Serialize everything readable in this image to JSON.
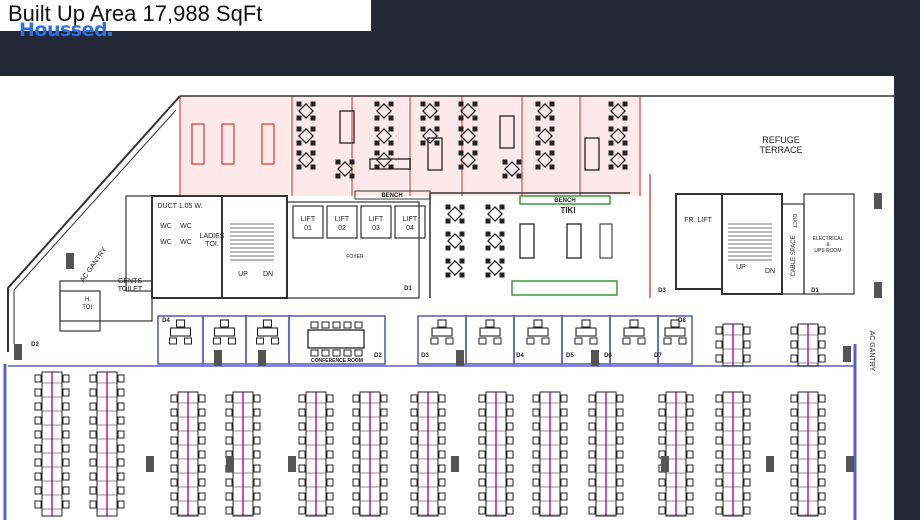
{
  "header": {
    "title": "Built Up Area 17,988 SqFt",
    "logo": "Houssed"
  },
  "plan": {
    "refuge_terrace": [
      "REFUGE",
      "TERRACE"
    ],
    "duct": "DUCT 1.05 W.",
    "ladies_toilet": [
      "LADIES",
      "TOI."
    ],
    "gents_toilet": [
      "GENTS",
      "TOILET"
    ],
    "h_toilet": [
      "H.",
      "TOI."
    ],
    "wc": "WC",
    "ac_gantry_left": "AC GANTRY",
    "ac_gantry_right": "AC GANTRY",
    "lifts": [
      "LIFT 01",
      "LIFT 02",
      "LIFT 03",
      "LIFT 04"
    ],
    "foyer": "FOYER",
    "bench": "BENCH",
    "tiki": "TIKI",
    "fr_lift": "FR. LIFT",
    "duct_small": "DUCT",
    "cable_space": "CABLE SPACE",
    "electrical_room": [
      "ELECTRICAL",
      "&",
      "UPS ROOM"
    ],
    "stairs_up": "UP",
    "stairs_dn": "DN",
    "conference_room": "CONFERENCE ROOM",
    "doors": [
      "D1",
      "D2",
      "D3",
      "D4",
      "D5",
      "D6",
      "D7",
      "D8"
    ]
  }
}
